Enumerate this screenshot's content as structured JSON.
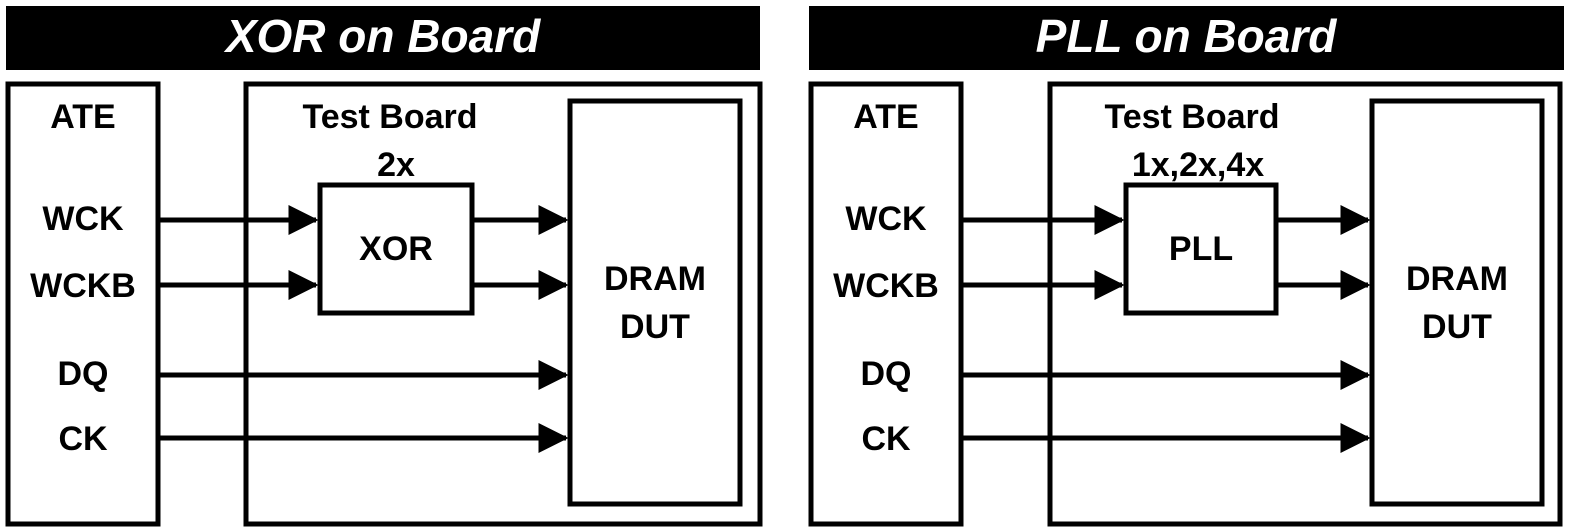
{
  "panels": [
    {
      "title": "XOR on Board",
      "ate_label": "ATE",
      "board_label": "Test Board",
      "multiplier": "2x",
      "block_label": "XOR",
      "dut_label_line1": "DRAM",
      "dut_label_line2": "DUT",
      "signals": [
        "WCK",
        "WCKB",
        "DQ",
        "CK"
      ]
    },
    {
      "title": "PLL on Board",
      "ate_label": "ATE",
      "board_label": "Test Board",
      "multiplier": "1x,2x,4x",
      "block_label": "PLL",
      "dut_label_line1": "DRAM",
      "dut_label_line2": "DUT",
      "signals": [
        "WCK",
        "WCKB",
        "DQ",
        "CK"
      ]
    }
  ],
  "colors": {
    "title_bar": "#000000",
    "title_text": "#ffffff",
    "line": "#000000"
  }
}
